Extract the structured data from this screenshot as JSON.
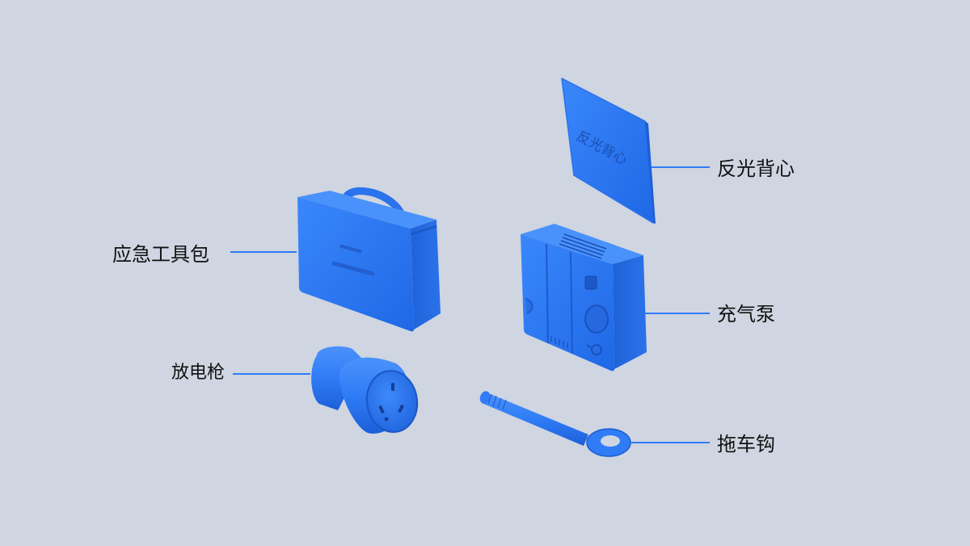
{
  "accent_color": "#2f7cf6",
  "product_color": "#2f7cf6",
  "background_color": "#cfd5e1",
  "items": {
    "vest": {
      "label": "反光背心",
      "printed_text": "反光背心"
    },
    "kit": {
      "label": "应急工具包"
    },
    "pump": {
      "label": "充气泵"
    },
    "gun": {
      "label": "放电枪"
    },
    "hook": {
      "label": "拖车钩"
    }
  }
}
